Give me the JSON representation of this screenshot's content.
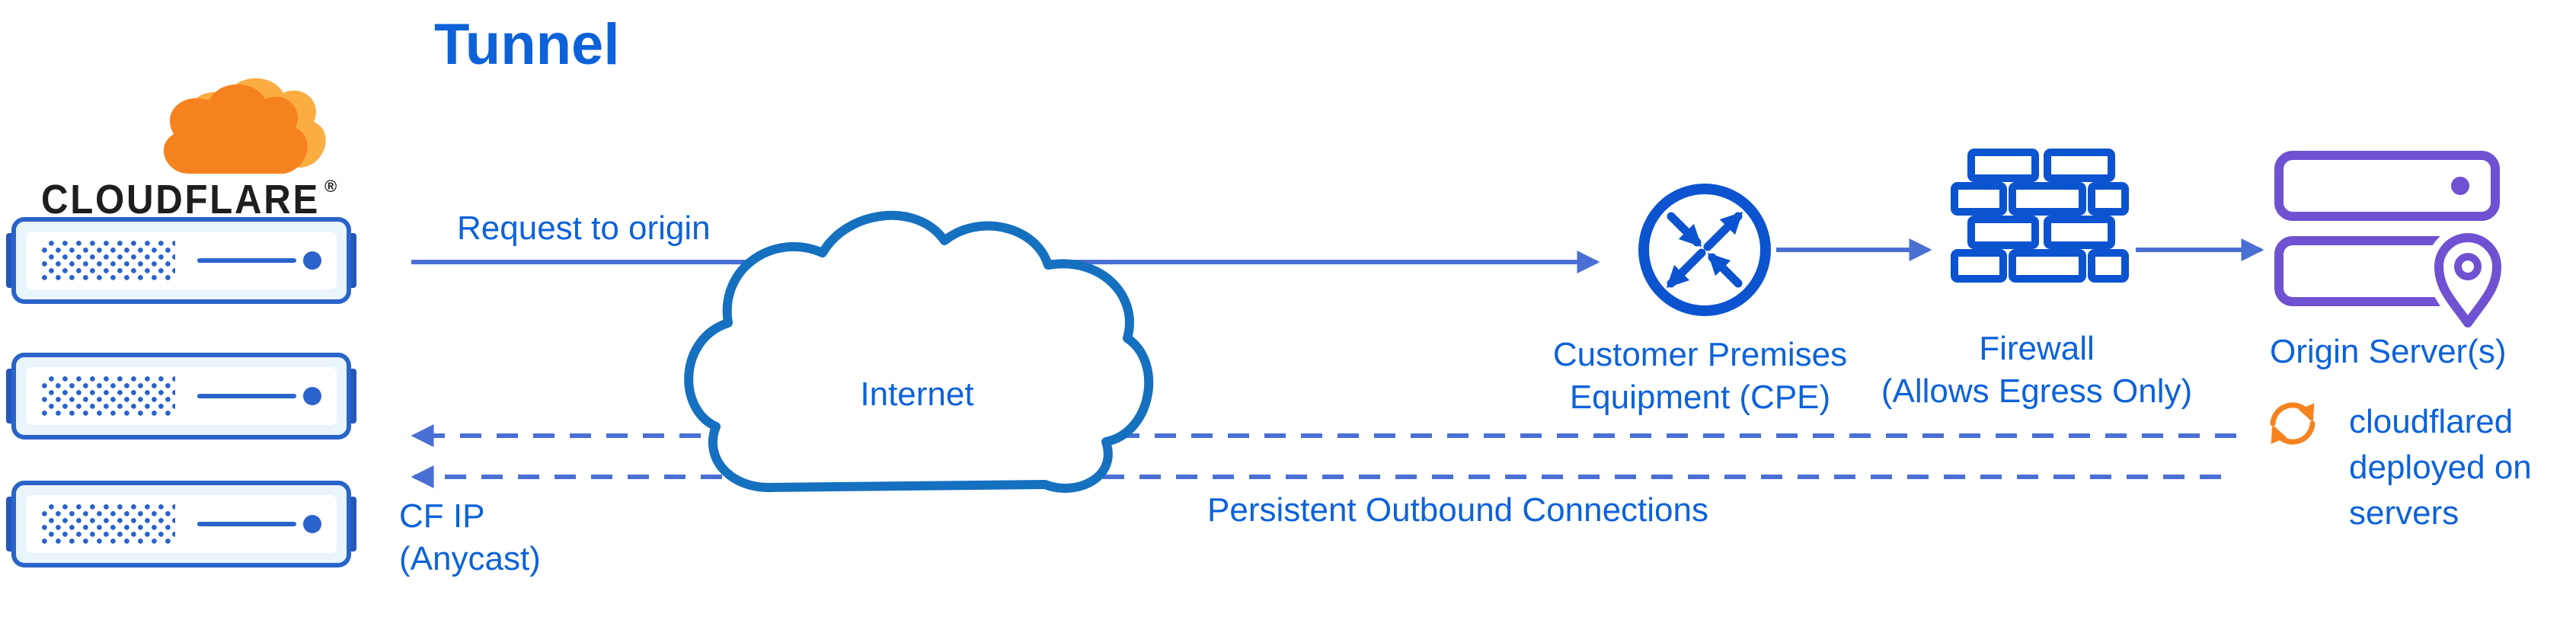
{
  "title": "Tunnel",
  "brand": {
    "name": "CLOUDFLARE",
    "registered": "®"
  },
  "colors": {
    "title_blue": "#0d62d9",
    "label_blue": "#0d62d9",
    "line_blue": "#4a6fd4",
    "icon_blue": "#0c53cf",
    "cloud_blue": "#1670c0",
    "server_blue": "#2a63c9",
    "server_fill": "#e9f4fb",
    "server_dark": "#2456b8",
    "purple": "#6e52d2",
    "orange": "#f6821f",
    "orange_light": "#fbad41",
    "brand_black": "#1e1e1e"
  },
  "icons": {
    "cloudflare_logo": "orange-cloud",
    "edge_server": "server-rack",
    "internet": "cloud-outline",
    "cpe": "circle-router-arrows",
    "firewall": "brick-wall",
    "origin_server": "stacked-servers",
    "location_pin": "map-pin",
    "cloudflared": "sync-circular-arrows"
  },
  "nodes": {
    "edge_servers": {
      "label_lines": [
        "CF IP",
        "(Anycast)"
      ]
    },
    "internet": {
      "label": "Internet"
    },
    "cpe": {
      "label_lines": [
        "Customer Premises",
        "Equipment (CPE)"
      ]
    },
    "firewall": {
      "label_lines": [
        "Firewall",
        "(Allows Egress Only)"
      ]
    },
    "origin": {
      "label": "Origin Server(s)"
    },
    "cloudflared": {
      "label_lines": [
        "cloudflared",
        "deployed on",
        "servers"
      ]
    }
  },
  "edges": {
    "request_to_origin": {
      "label": "Request to origin",
      "style": "solid",
      "direction": "right"
    },
    "persistent_outbound": {
      "label": "Persistent Outbound Connections",
      "style": "dashed",
      "direction": "left",
      "count": 2
    }
  }
}
